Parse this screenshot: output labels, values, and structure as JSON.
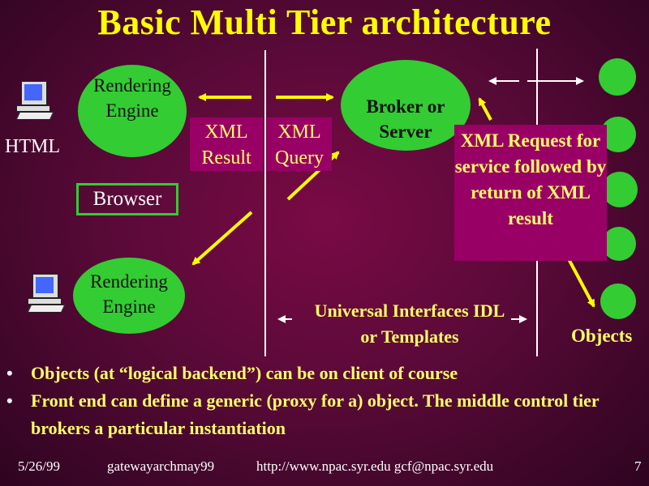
{
  "title": "Basic Multi Tier architecture",
  "client_top": {
    "bubble_text": "Rendering Engine",
    "html_label": "HTML"
  },
  "browser_label": "Browser",
  "client_bottom": {
    "bubble_text": "Rendering Engine"
  },
  "xml_result": "XML Result",
  "xml_query": "XML Query",
  "broker_text": "Broker or Server",
  "xml_request": "XML Request for service followed by return of XML result",
  "universal_interfaces": "Universal Interfaces IDL or Templates",
  "objects_label": "Objects",
  "bullets": [
    "Objects (at “logical backend”) can be on client of course",
    "Front end can define a generic (proxy for a) object. The middle control tier brokers a particular instantiation"
  ],
  "footer": {
    "date": "5/26/99",
    "file": "gatewayarchmay99",
    "url": "http://www.npac.syr.edu gcf@npac.syr.edu",
    "page": "7"
  },
  "colors": {
    "accent_yellow": "#ffff00",
    "bubble_green": "#33cc33",
    "box_magenta": "#990066"
  }
}
